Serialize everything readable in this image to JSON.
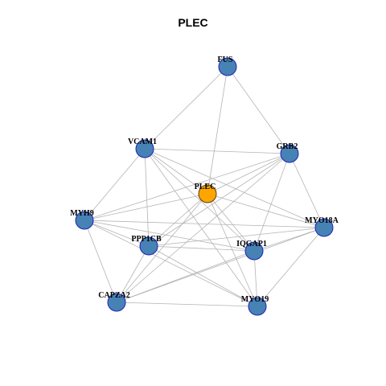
{
  "title": "PLEC",
  "colors": {
    "node_fill": "#4682b4",
    "node_stroke": "#1f22b8",
    "focus_fill": "#ffa500",
    "focus_stroke": "#5a3a00",
    "edge": "#b4b4b4"
  },
  "nodes": [
    {
      "id": "FUS",
      "label": "FUS",
      "focus": false
    },
    {
      "id": "VCAM1",
      "label": "VCAM1",
      "focus": false
    },
    {
      "id": "GRB2",
      "label": "GRB2",
      "focus": false
    },
    {
      "id": "PLEC",
      "label": "PLEC",
      "focus": true
    },
    {
      "id": "MYH9",
      "label": "MYH9",
      "focus": false
    },
    {
      "id": "MYO18A",
      "label": "MYO18A",
      "focus": false
    },
    {
      "id": "PPP1CB",
      "label": "PPP1CB",
      "focus": false
    },
    {
      "id": "IQGAP1",
      "label": "IQGAP1",
      "focus": false
    },
    {
      "id": "CAPZA2",
      "label": "CAPZA2",
      "focus": false
    },
    {
      "id": "MYO19",
      "label": "MYO19",
      "focus": false
    }
  ],
  "edges": [
    [
      "FUS",
      "VCAM1"
    ],
    [
      "FUS",
      "PLEC"
    ],
    [
      "FUS",
      "GRB2"
    ],
    [
      "VCAM1",
      "GRB2"
    ],
    [
      "VCAM1",
      "MYH9"
    ],
    [
      "VCAM1",
      "PLEC"
    ],
    [
      "VCAM1",
      "PPP1CB"
    ],
    [
      "VCAM1",
      "IQGAP1"
    ],
    [
      "VCAM1",
      "MYO18A"
    ],
    [
      "VCAM1",
      "MYO19"
    ],
    [
      "GRB2",
      "PLEC"
    ],
    [
      "GRB2",
      "MYH9"
    ],
    [
      "GRB2",
      "MYO18A"
    ],
    [
      "GRB2",
      "PPP1CB"
    ],
    [
      "GRB2",
      "IQGAP1"
    ],
    [
      "GRB2",
      "CAPZA2"
    ],
    [
      "PLEC",
      "MYH9"
    ],
    [
      "PLEC",
      "MYO18A"
    ],
    [
      "PLEC",
      "PPP1CB"
    ],
    [
      "PLEC",
      "IQGAP1"
    ],
    [
      "PLEC",
      "MYO19"
    ],
    [
      "PLEC",
      "CAPZA2"
    ],
    [
      "MYH9",
      "MYO18A"
    ],
    [
      "MYH9",
      "PPP1CB"
    ],
    [
      "MYH9",
      "IQGAP1"
    ],
    [
      "MYH9",
      "CAPZA2"
    ],
    [
      "MYH9",
      "MYO19"
    ],
    [
      "MYO18A",
      "PPP1CB"
    ],
    [
      "MYO18A",
      "IQGAP1"
    ],
    [
      "MYO18A",
      "CAPZA2"
    ],
    [
      "MYO18A",
      "MYO19"
    ],
    [
      "PPP1CB",
      "IQGAP1"
    ],
    [
      "PPP1CB",
      "CAPZA2"
    ],
    [
      "PPP1CB",
      "MYO19"
    ],
    [
      "IQGAP1",
      "CAPZA2"
    ],
    [
      "IQGAP1",
      "MYO19"
    ],
    [
      "CAPZA2",
      "MYO19"
    ]
  ]
}
